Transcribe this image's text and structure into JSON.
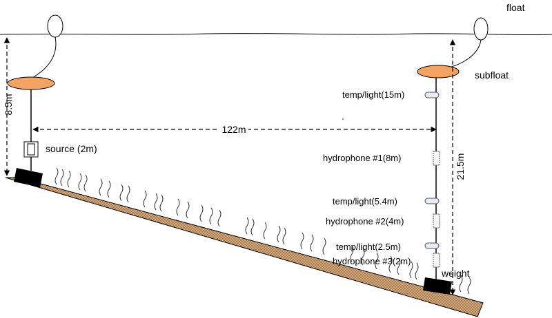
{
  "labels": {
    "float": "float",
    "subfloat": "subfloat",
    "source": "source (2m)",
    "depth_left": "8.5m",
    "depth_right": "21.5m",
    "distance": "122m",
    "temp_light_15": "temp/light(15m)",
    "hydrophone_1": "hydrophone #1(8m)",
    "temp_light_54": "temp/light(5.4m)",
    "hydrophone_2": "hydrophone #2(4m)",
    "temp_light_25": "temp/light(2.5m)",
    "hydrophone_3": "hydrophone #3(2m)",
    "weight": "weight"
  },
  "colors": {
    "subfloat_fill": "#f4a460",
    "seabed_fill": "#d2a77a",
    "seabed_dots": "#6b4423",
    "line": "#000000",
    "sensor_fill": "#e6ecf5"
  }
}
